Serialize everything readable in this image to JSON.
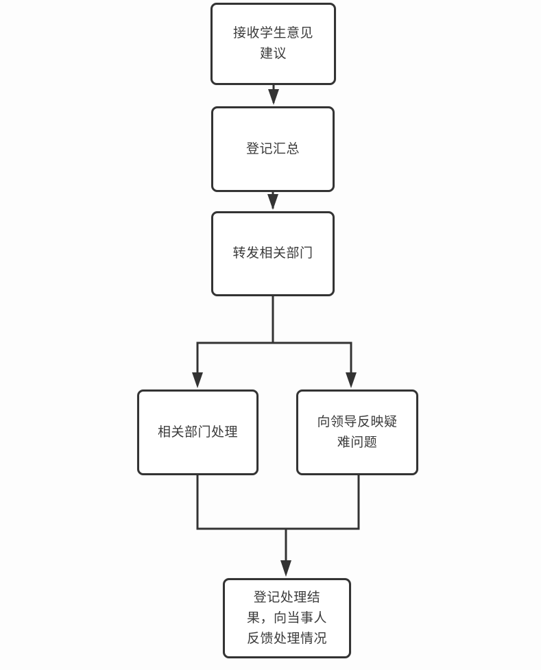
{
  "diagram": {
    "type": "flowchart",
    "direction": "top-down",
    "nodes": [
      {
        "id": "receive",
        "label": "接收学生意见\n建议"
      },
      {
        "id": "register",
        "label": "登记汇总"
      },
      {
        "id": "forward",
        "label": "转发相关部门"
      },
      {
        "id": "dept",
        "label": "相关部门处理"
      },
      {
        "id": "leader",
        "label": "向领导反映疑\n难问题"
      },
      {
        "id": "feedback",
        "label": "登记处理结\n果，向当事人\n反馈处理情况"
      }
    ],
    "edges": [
      {
        "from": "receive",
        "to": "register"
      },
      {
        "from": "register",
        "to": "forward"
      },
      {
        "from": "forward",
        "to": "dept"
      },
      {
        "from": "forward",
        "to": "leader"
      },
      {
        "from": "dept",
        "to": "feedback"
      },
      {
        "from": "leader",
        "to": "feedback"
      }
    ],
    "colors": {
      "line_color": "#333333",
      "box_border": "#333333",
      "box_fill": "#ffffff",
      "text_color": "#3b3b3b",
      "bg_color": "#fdfdfd"
    }
  }
}
